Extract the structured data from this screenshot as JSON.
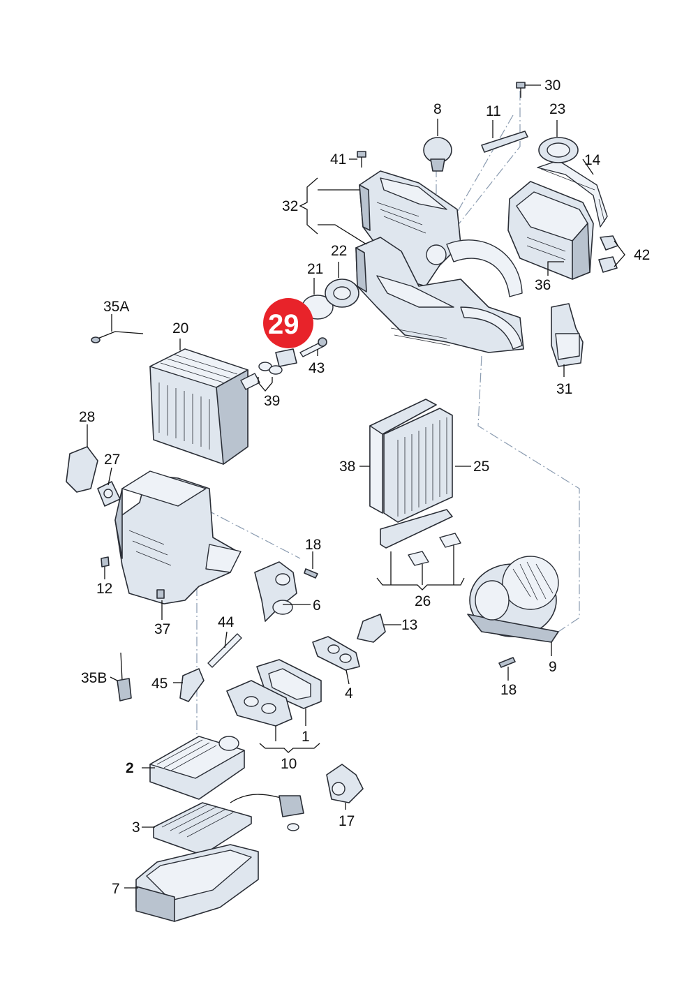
{
  "callouts": {
    "c1": "1",
    "c2": "2",
    "c3": "3",
    "c4": "4",
    "c6": "6",
    "c7": "7",
    "c8": "8",
    "c9": "9",
    "c10": "10",
    "c11": "11",
    "c12": "12",
    "c13": "13",
    "c14": "14",
    "c17": "17",
    "c18a": "18",
    "c18b": "18",
    "c20": "20",
    "c21": "21",
    "c22": "22",
    "c23": "23",
    "c25": "25",
    "c26": "26",
    "c27": "27",
    "c28": "28",
    "c30": "30",
    "c31": "31",
    "c32": "32",
    "c35a": "35A",
    "c35b": "35B",
    "c36": "36",
    "c37": "37",
    "c38": "38",
    "c39": "39",
    "c41": "41",
    "c42": "42",
    "c43": "43",
    "c44": "44",
    "c45": "45"
  },
  "highlight": {
    "label": "29",
    "color": "#e8232a"
  }
}
